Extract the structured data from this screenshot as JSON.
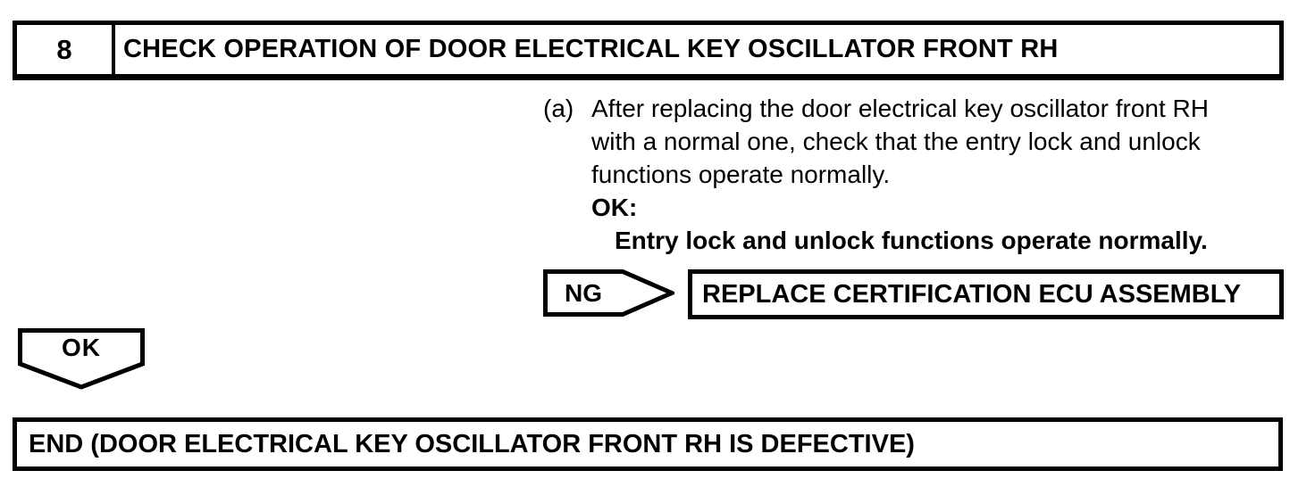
{
  "colors": {
    "ink": "#000000",
    "background": "#ffffff"
  },
  "step_header": {
    "number": "8",
    "title": "CHECK OPERATION OF DOOR ELECTRICAL KEY OSCILLATOR FRONT RH"
  },
  "procedure": {
    "marker": "(a)",
    "lines": [
      "After replacing the door electrical key oscillator front RH",
      "with a normal one, check that the entry lock and unlock",
      "functions operate normally."
    ],
    "ok_label": "OK:",
    "ok_condition": "Entry lock and unlock functions operate normally."
  },
  "ng_branch": {
    "label": "NG",
    "action": "REPLACE CERTIFICATION ECU ASSEMBLY"
  },
  "ok_branch": {
    "label": "OK"
  },
  "end_box": {
    "text": "END (DOOR ELECTRICAL KEY OSCILLATOR FRONT RH IS DEFECTIVE)"
  }
}
